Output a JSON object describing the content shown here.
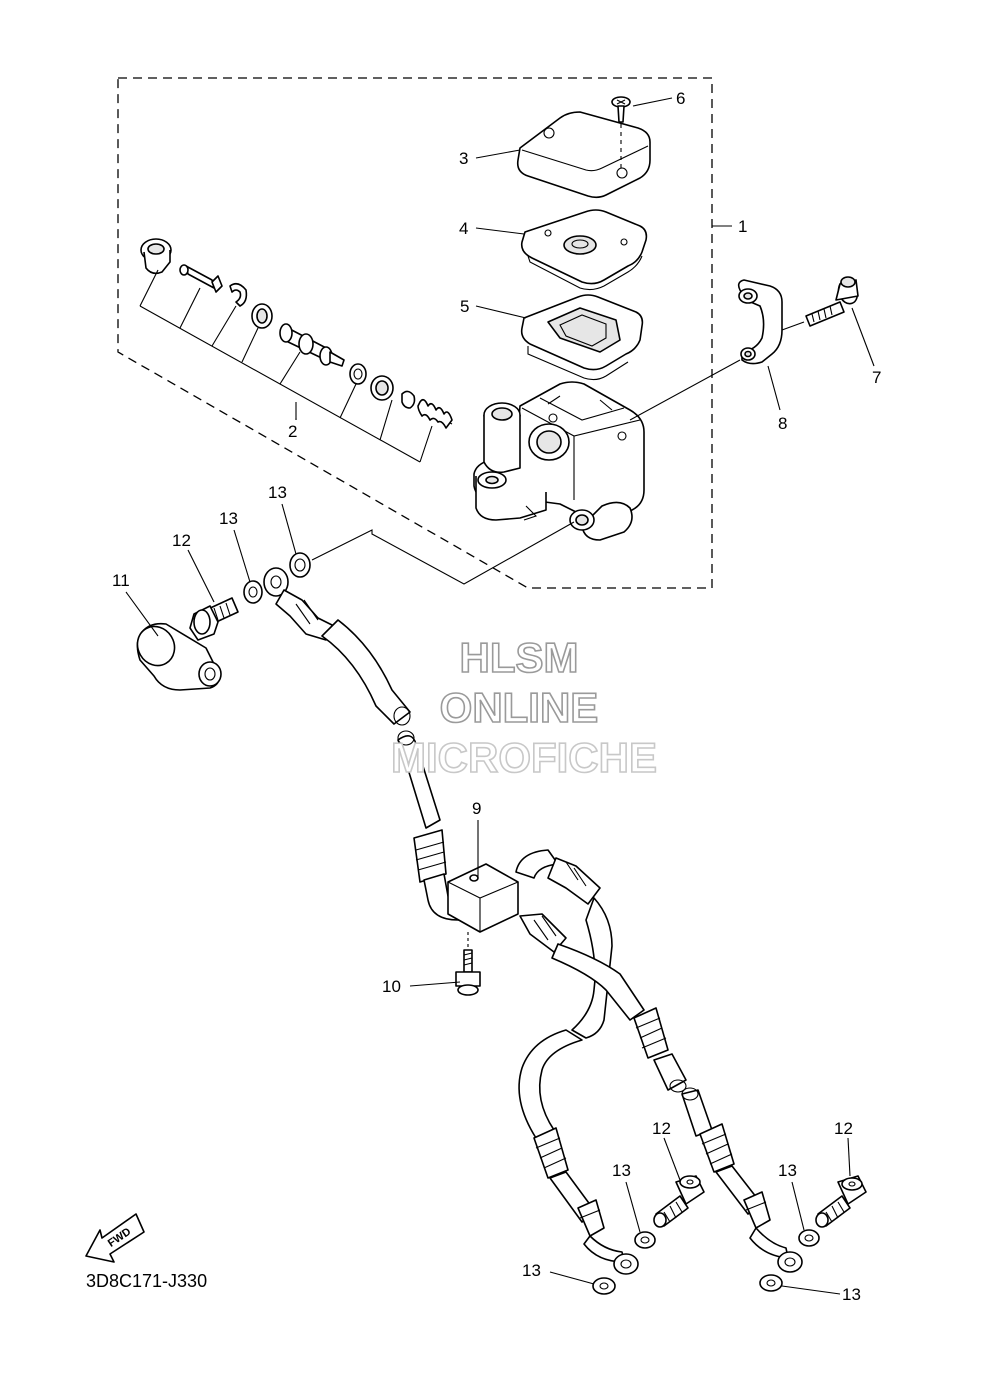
{
  "watermark": {
    "line1": "HLSM",
    "line2": "ONLINE",
    "line3": "MICROFICHE"
  },
  "diagram_code": "3D8C171-J330",
  "fwd_label": "FWD",
  "callouts": {
    "c1": "1",
    "c2": "2",
    "c3": "3",
    "c4": "4",
    "c5": "5",
    "c6": "6",
    "c7": "7",
    "c8": "8",
    "c9": "9",
    "c10": "10",
    "c11": "11",
    "c12a": "12",
    "c12b": "12",
    "c12c": "12",
    "c13a": "13",
    "c13b": "13",
    "c13c": "13",
    "c13d": "13",
    "c13e": "13",
    "c13f": "13"
  }
}
